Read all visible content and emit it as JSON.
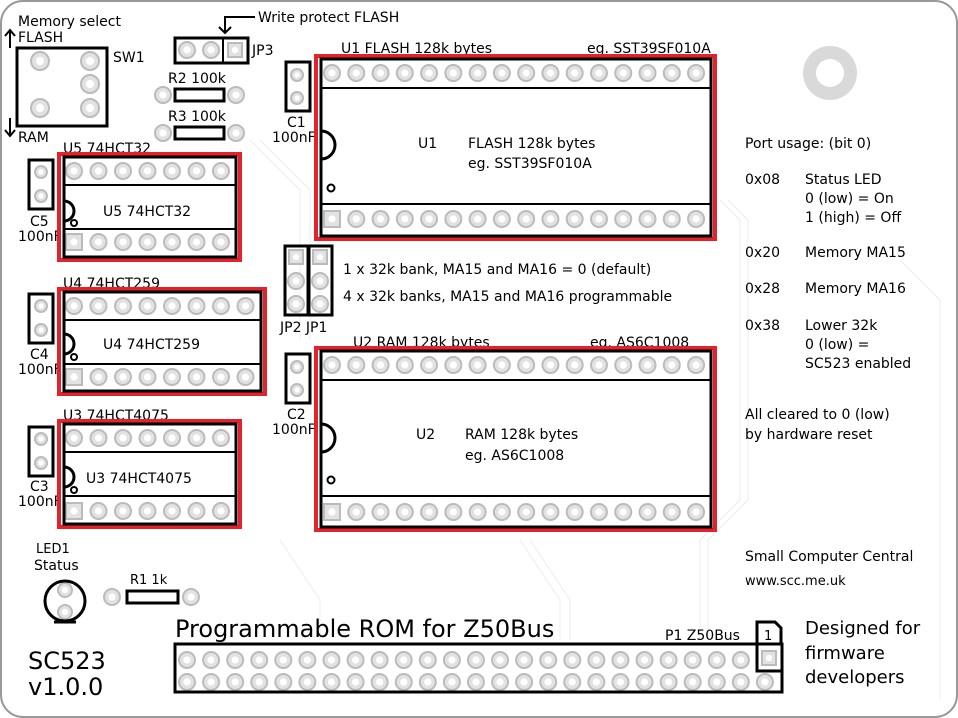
{
  "board": {
    "name": "SC523",
    "version": "v1.0.0",
    "title": "Programmable ROM for Z50Bus",
    "highlight_color": "#e3222b"
  },
  "sw1": {
    "heading": "Memory select",
    "up": "FLASH",
    "down": "RAM",
    "ref": "SW1"
  },
  "jp3": {
    "ref": "JP3",
    "note": "Write protect FLASH"
  },
  "r2": {
    "label": "R2  100k"
  },
  "r3": {
    "label": "R3  100k"
  },
  "r1": {
    "label": "R1  1k"
  },
  "c1": {
    "ref": "C1",
    "value": "100nF"
  },
  "c2": {
    "ref": "C2",
    "value": "100nF"
  },
  "c3": {
    "ref": "C3",
    "value": "100nF"
  },
  "c4": {
    "ref": "C4",
    "value": "100nF"
  },
  "c5": {
    "ref": "C5",
    "value": "100nF"
  },
  "u1": {
    "label": "U1   FLASH 128k bytes",
    "example": "eg. SST39SF010A",
    "ref": "U1",
    "desc": "FLASH 128k bytes",
    "part": "eg. SST39SF010A"
  },
  "u2": {
    "label": "U2   RAM 128k bytes",
    "example": "eg. AS6C1008",
    "ref": "U2",
    "desc": "RAM 128k bytes",
    "part": "eg. AS6C1008"
  },
  "u3": {
    "label": "U3   74HCT4075",
    "inner": "U3   74HCT4075"
  },
  "u4": {
    "label": "U4   74HCT259",
    "inner": "U4   74HCT259"
  },
  "u5": {
    "label": "U5   74HCT32",
    "inner": "U5   74HCT32"
  },
  "jumpers": {
    "refs": "JP2 JP1",
    "option1": "1 x 32k bank, MA15 and MA16 = 0 (default)",
    "option2": "4 x 32k banks, MA15 and MA16 programmable"
  },
  "ports": {
    "heading": "Port usage: (bit 0)",
    "items": [
      {
        "addr": "0x08",
        "lines": [
          "Status LED",
          "0 (low) = On",
          "1 (high) = Off"
        ]
      },
      {
        "addr": "0x20",
        "lines": [
          "Memory MA15"
        ]
      },
      {
        "addr": "0x28",
        "lines": [
          "Memory MA16"
        ]
      },
      {
        "addr": "0x38",
        "lines": [
          "Lower 32k",
          "0 (low) =",
          "SC523 enabled"
        ]
      }
    ],
    "reset_note": [
      "All cleared to 0 (low)",
      "by hardware reset"
    ]
  },
  "maker": {
    "name": "Small Computer Central",
    "url": "www.scc.me.uk"
  },
  "led1": {
    "ref": "LED1",
    "label": "Status"
  },
  "p1": {
    "label": "P1  Z50Bus",
    "pin1": "1"
  },
  "tagline": [
    "Designed for",
    "firmware",
    "developers"
  ]
}
